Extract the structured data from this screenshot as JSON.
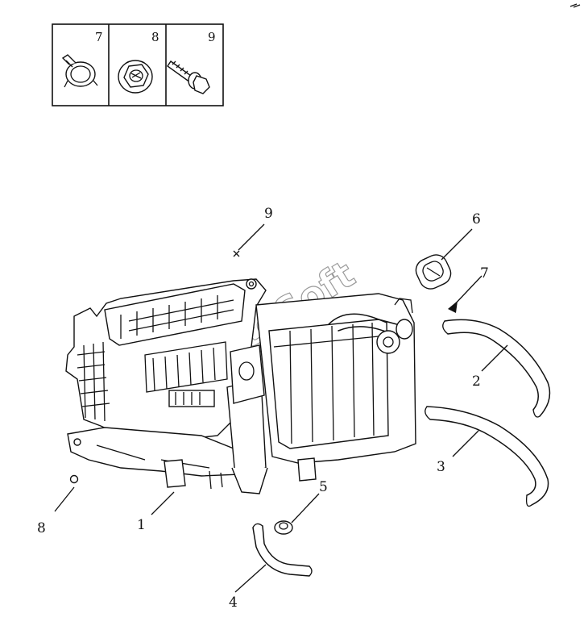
{
  "legend": {
    "cells": [
      {
        "number": "7",
        "icon": "hose-clamp-icon"
      },
      {
        "number": "8",
        "icon": "flange-nut-icon"
      },
      {
        "number": "9",
        "icon": "flange-bolt-icon"
      }
    ]
  },
  "callouts": {
    "c1": "1",
    "c2": "2",
    "c3": "3",
    "c4": "4",
    "c5": "5",
    "c6": "6",
    "c7": "7",
    "c8": "8",
    "c9": "9"
  },
  "watermark": "AutoSoft",
  "colors": {
    "line": "#111111",
    "watermark": "#9a9a9a",
    "background": "#ffffff"
  }
}
